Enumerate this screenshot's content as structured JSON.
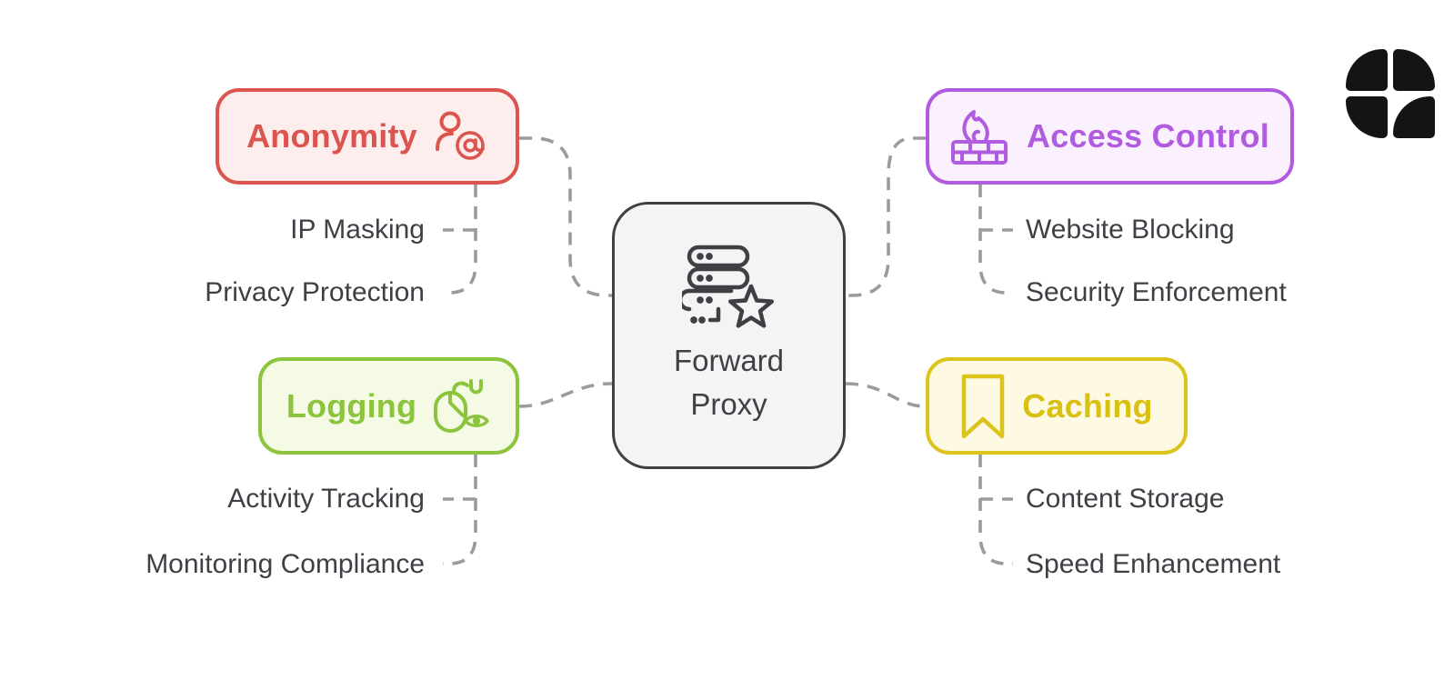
{
  "diagram": {
    "title": "Forward Proxy",
    "center": {
      "lines": [
        "Forward",
        "Proxy"
      ],
      "icon": "server-star-icon",
      "border_color": "#3f3f46",
      "fill_color": "#f4f4f5"
    },
    "branches": [
      {
        "id": "anonymity",
        "label": "Anonymity",
        "icon": "user-at-icon",
        "color": "#dc544e",
        "fill": "#fdeeed",
        "items": [
          "IP Masking",
          "Privacy Protection"
        ]
      },
      {
        "id": "access-control",
        "label": "Access Control",
        "icon": "firewall-flame-icon",
        "color": "#b15be0",
        "fill": "#fbf1fe",
        "items": [
          "Website Blocking",
          "Security Enforcement"
        ]
      },
      {
        "id": "logging",
        "label": "Logging",
        "icon": "mouse-eye-icon",
        "color": "#8cc43d",
        "fill": "#f4fae3",
        "items": [
          "Activity Tracking",
          "Monitoring Compliance"
        ]
      },
      {
        "id": "caching",
        "label": "Caching",
        "icon": "bookmark-icon",
        "color": "#ddc41c",
        "fill": "#fdf9e2",
        "items": [
          "Content Storage",
          "Speed Enhancement"
        ]
      }
    ],
    "connector_color": "#9b9b9e",
    "text_color": "#3f3f46",
    "logo": "whimsical-logo"
  }
}
